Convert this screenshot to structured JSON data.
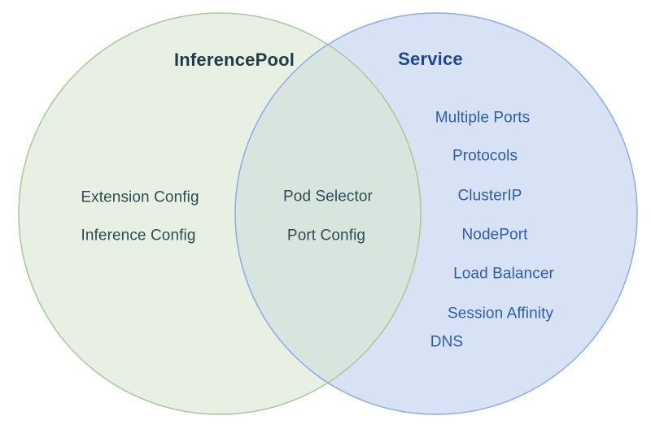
{
  "diagram": {
    "left_circle": {
      "title": "InferencePool",
      "items": [
        "Extension Config",
        "Inference Config"
      ]
    },
    "overlap": {
      "items": [
        "Pod Selector",
        "Port Config"
      ]
    },
    "right_circle": {
      "title": "Service",
      "items": [
        "Multiple Ports",
        "Protocols",
        "ClusterIP",
        "NodePort",
        "Load Balancer",
        "Session Affinity",
        "DNS"
      ]
    }
  },
  "colors": {
    "background": "#ffffff",
    "green_fill_paint": "#d9e7d1",
    "green_fill_apparent": "#e7f0e2",
    "green_stroke": "#a9c898",
    "blue_fill": "#d7e2f4",
    "blue_stroke": "#8cabe8",
    "overlap_fill_apparent": "#d8e6de",
    "inferencepool_text": "#1e3d47",
    "inferencepool_item_text": "#2e4d52",
    "service_title_text": "#1b4795",
    "service_item_text": "#2e5cae"
  }
}
